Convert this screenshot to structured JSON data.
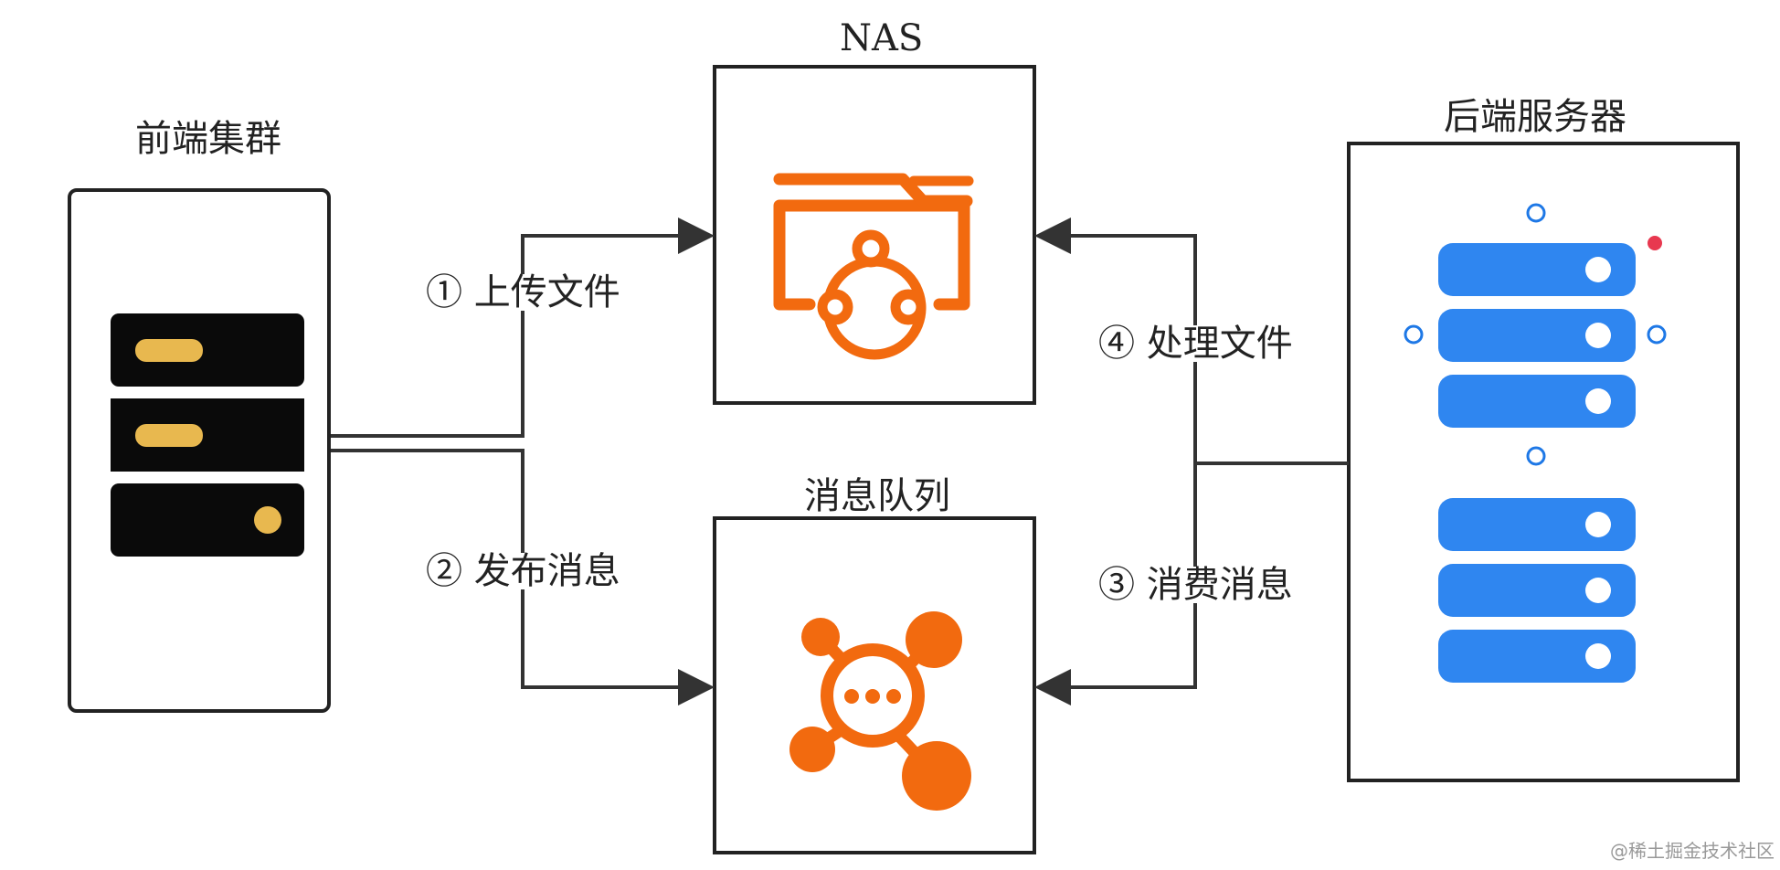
{
  "nodes": {
    "frontend": {
      "title": "前端集群"
    },
    "nas": {
      "title": "NAS"
    },
    "mq": {
      "title": "消息队列"
    },
    "backend": {
      "title": "后端服务器"
    }
  },
  "edges": {
    "upload": {
      "label": "① 上传文件"
    },
    "publish": {
      "label": "② 发布消息"
    },
    "consume": {
      "label": "③ 消费消息"
    },
    "process": {
      "label": "④ 处理文件"
    }
  },
  "watermark": "@稀土掘金技术社区",
  "colors": {
    "stroke": "#222222",
    "frontend_rack": "#0a0a0a",
    "frontend_accent": "#e8b84f",
    "orange": "#f26a0f",
    "backend_blue": "#2f86f0",
    "handle_blue": "#1e78e6",
    "red_dot": "#e8384f"
  },
  "icons": {
    "frontend": "server-rack-icon",
    "nas": "shared-folder-icon",
    "mq": "message-hub-icon",
    "backend": "server-stack-icon"
  }
}
